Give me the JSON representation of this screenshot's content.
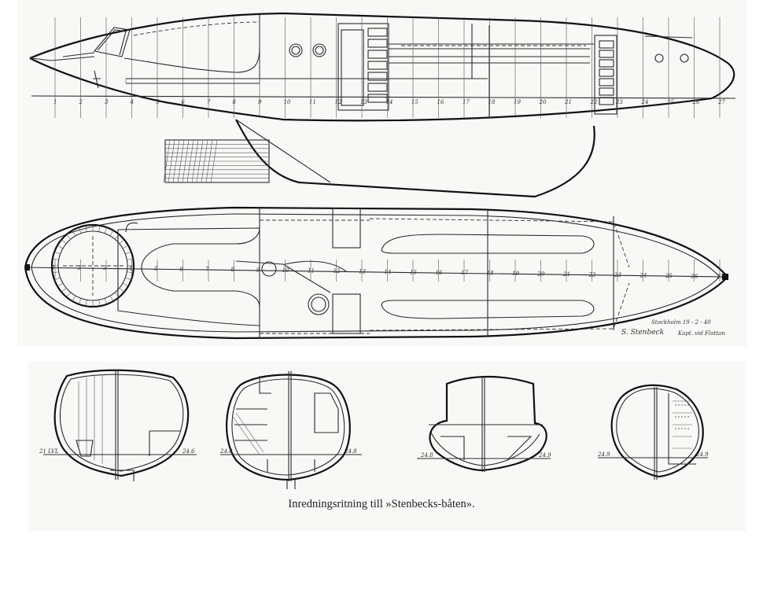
{
  "caption": "Inredningsritning till »Stenbecks-båten».",
  "station_labels": [
    "1",
    "2",
    "3",
    "4",
    "5",
    "6",
    "7",
    "8",
    "9",
    "10",
    "11",
    "12",
    "13",
    "14",
    "15",
    "16",
    "17",
    "18",
    "19",
    "20",
    "21",
    "22",
    "23",
    "24",
    "25",
    "26",
    "27"
  ],
  "signature": {
    "place_date": "Stockholm 19 - 2 - 40",
    "name": "S. Stenbeck",
    "title": "Kapt. vid Flottan"
  },
  "section_labels": [
    "21 LVL",
    "24.6",
    "24.8",
    "24.8",
    "24.8",
    "24.9",
    "24.9",
    "24.9"
  ]
}
